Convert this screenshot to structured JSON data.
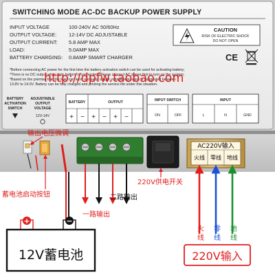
{
  "label": {
    "title": "SWITCHING MODE AC-DC BACKUP POWER SUPPLY",
    "specs": [
      {
        "name": "INPUT VOLTAGE",
        "value": "100-240V AC    50/60Hz"
      },
      {
        "name": "OUTPUT VOLTAGE:",
        "value": "12-14V DC ADJUSTABLE"
      },
      {
        "name": "OUTPUT CURRENT:",
        "value": "5.8 AMP MAX"
      },
      {
        "name": "LOAD:",
        "value": "5.0AMP MAX"
      },
      {
        "name": "BATTERY CHARGING:",
        "value": "0.8AMP SMART CHARGER"
      }
    ],
    "caution": {
      "title": "CAUTION",
      "line1": "RISK OF ELECTRIC SHOCK",
      "line2": "DO NOT OPEN"
    },
    "marks": {
      "ce": "CE"
    },
    "notes": [
      "*Before connecting AC power for the first time the battery activation switch can be used for activating battery;",
      "*There is no DC output when only battery is connected. Please connect AC power first to turn on the system;",
      "*Based on the premise that the load can work normally, output voltage regulation is suggested between",
      "13.8V to 14.0V. Battery can be fully charged and prolong the service life under this situation."
    ],
    "watermark": "http://dpfw.taobao.com",
    "panel": {
      "activation": [
        "BATTERY",
        "ACTIVATION",
        "SWITCH"
      ],
      "adjustable": [
        "ADJUSTABLE",
        "OUTPUT",
        "VOLTAGE",
        "12V-14V"
      ],
      "battery": "BATTERY",
      "output": "OUTPUT",
      "polarity": [
        "+",
        "−",
        "+",
        "−",
        "+",
        "−"
      ],
      "input_switch": "INPUT SWITCH",
      "on": "ON",
      "off": "OFF",
      "input": "INPUT",
      "l": "L",
      "n": "N",
      "gnd": "GND"
    }
  },
  "input_terminal": {
    "title": "AC220V输入",
    "cells": [
      "火线",
      "零线",
      "地线"
    ]
  },
  "callouts": {
    "voltage_trim": "输出电压微调",
    "battery_start": "蓄电池启动按钮",
    "switch_220v": "220V供电开关",
    "out1": "一路输出",
    "out2": "二路输出",
    "live": "火线",
    "neutral": "零线",
    "ground": "地线",
    "ac_input": "220V输入"
  },
  "battery": {
    "label": "12V蓄电池",
    "plus": "+",
    "minus": "−"
  },
  "colors": {
    "red": "#e11d1d",
    "blue": "#1d4fd8",
    "green": "#1a8f2e",
    "label_bg": "#f1f1f1",
    "terminal_green": "#2f7d2e"
  }
}
